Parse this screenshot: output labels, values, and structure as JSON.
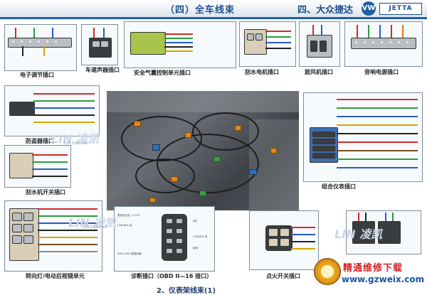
{
  "header": {
    "section_title": "（四）全车线束",
    "brand_title": "四、大众捷达",
    "logo": "VW",
    "model_badge": "JETTA"
  },
  "connectors": {
    "ecu_socket": "电子调节插口",
    "vehicle_speaker": "车速声器插口",
    "airbag": "安全气囊控制单元插口",
    "wiper": "刮水电机插口",
    "fan": "鼓风机插口",
    "audio": "音响电源插口",
    "anti_theft": "防盗器插口",
    "wiper_motor": "刮水机开关插口",
    "instrument": "组合仪表插口",
    "diagnostic": "诊断插口（OBD II—16 接口）",
    "turn_signal": "转向灯/电动后视镜单元",
    "ignition": "点火开关插口"
  },
  "obd": {
    "labels": [
      "蓄电池正极（+12V）",
      "CAN-BUS 高",
      "K线",
      "CAN-BUS 低",
      "接地",
      "SAE-J1850 数据传输"
    ]
  },
  "figure_caption": "2、仪表架线束(1)",
  "watermarks": {
    "linkuo": "LIN 凌凯",
    "linkuo_site": "link168.net",
    "repair": "精通维修下载",
    "url": "www.gzweix.com"
  }
}
